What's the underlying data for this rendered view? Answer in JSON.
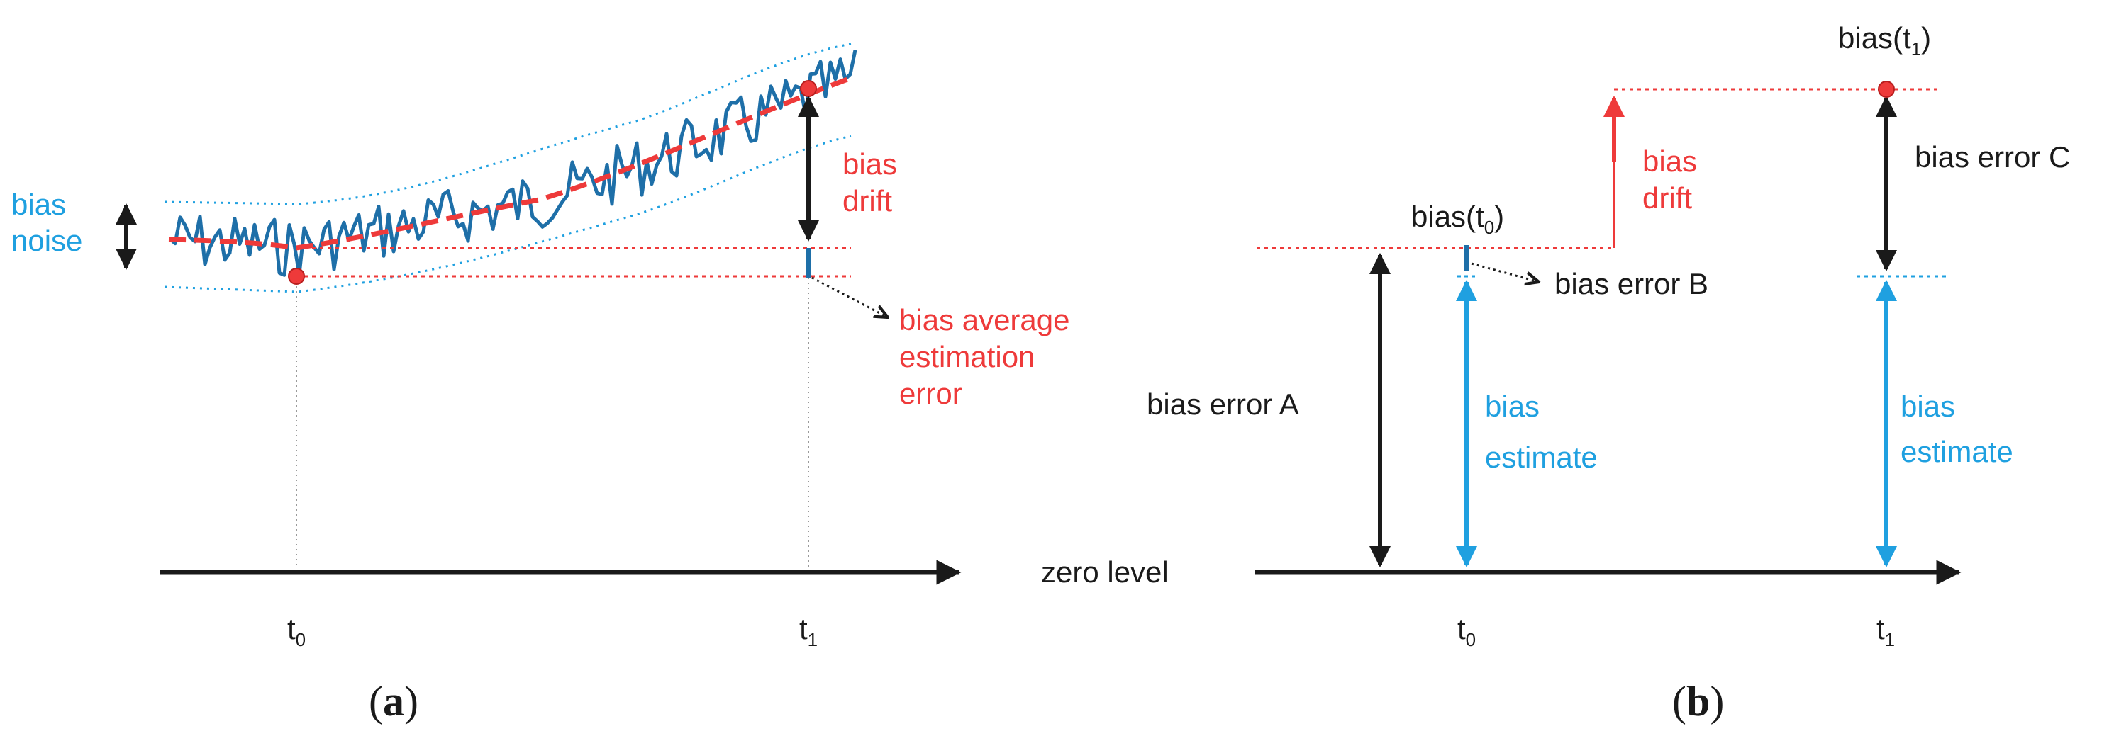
{
  "colors": {
    "red": "#ee3a3a",
    "blue": "#1fa0e0",
    "signal": "#1e6fa8",
    "black": "#1a1a1a",
    "grey": "#9a9a9a"
  },
  "panel_a": {
    "label_bias": "bias",
    "label_noise": "noise",
    "label_drift_1": "bias",
    "label_drift_2": "drift",
    "label_avg_1": "bias average",
    "label_avg_2": "estimation",
    "label_avg_3": "error",
    "t0_base": "t",
    "t0_sub": "0",
    "t1_base": "t",
    "t1_sub": "1",
    "caption_open": "(",
    "caption_letter": "a",
    "caption_close": ")"
  },
  "panel_b": {
    "bias_t0_base": "bias(t",
    "bias_t0_sub": "0",
    "bias_t0_close": ")",
    "bias_t1_base": "bias(t",
    "bias_t1_sub": "1",
    "bias_t1_close": ")",
    "label_drift_1": "bias",
    "label_drift_2": "drift",
    "label_error_a": "bias error A",
    "label_error_b": "bias error B",
    "label_error_c": "bias error C",
    "label_est1_1": "bias",
    "label_est1_2": "estimate",
    "label_est2_1": "bias",
    "label_est2_2": "estimate",
    "zero_level": "zero level",
    "t0_base": "t",
    "t0_sub": "0",
    "t1_base": "t",
    "t1_sub": "1",
    "caption_open": "(",
    "caption_letter": "b",
    "caption_close": ")"
  }
}
